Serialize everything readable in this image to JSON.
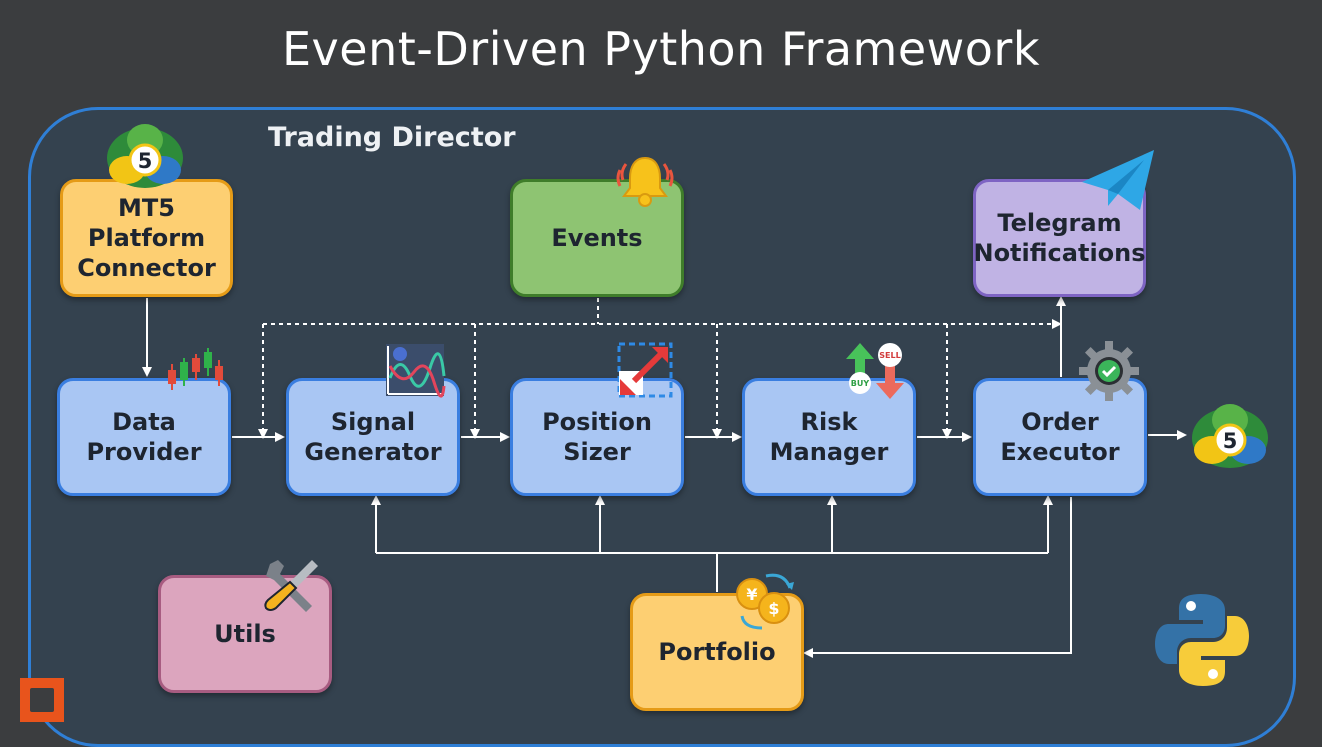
{
  "title": "Event-Driven Python Framework",
  "container": {
    "label": "Trading Director"
  },
  "boxes": {
    "mt5_connector": "MT5\nPlatform\nConnector",
    "events": "Events",
    "telegram": "Telegram\nNotifications",
    "data_provider": "Data\nProvider",
    "signal_generator": "Signal\nGenerator",
    "position_sizer": "Position\nSizer",
    "risk_manager": "Risk\nManager",
    "order_executor": "Order\nExecutor",
    "utils": "Utils",
    "portfolio": "Portfolio"
  },
  "icons": {
    "mt5_top": "mt5-logo-icon",
    "mt5_right": "mt5-logo-icon",
    "events": "bell-icon",
    "telegram": "telegram-icon",
    "data_provider": "candlestick-chart-icon",
    "signal_generator": "signal-chart-icon",
    "position_sizer": "resize-icon",
    "risk_manager": "buy-sell-arrows-icon",
    "order_executor": "gear-check-icon",
    "utils": "tools-icon",
    "portfolio": "currency-exchange-icon",
    "python": "python-logo-icon"
  },
  "icon_text": {
    "mt5_number": "5",
    "buy": "BUY",
    "sell": "SELL",
    "yen": "¥",
    "dollar": "$"
  },
  "colors": {
    "background": "#3b3d3f",
    "container_fill": "#34424f",
    "container_border": "#2f7fd6",
    "module_fill": "#a9c6f3",
    "module_border": "#3a7ee0",
    "connector_fill": "#fdcf72",
    "events_fill": "#8ec472",
    "telegram_fill": "#c0b3e4",
    "utils_fill": "#dca5be",
    "arrow": "#ffffff"
  }
}
